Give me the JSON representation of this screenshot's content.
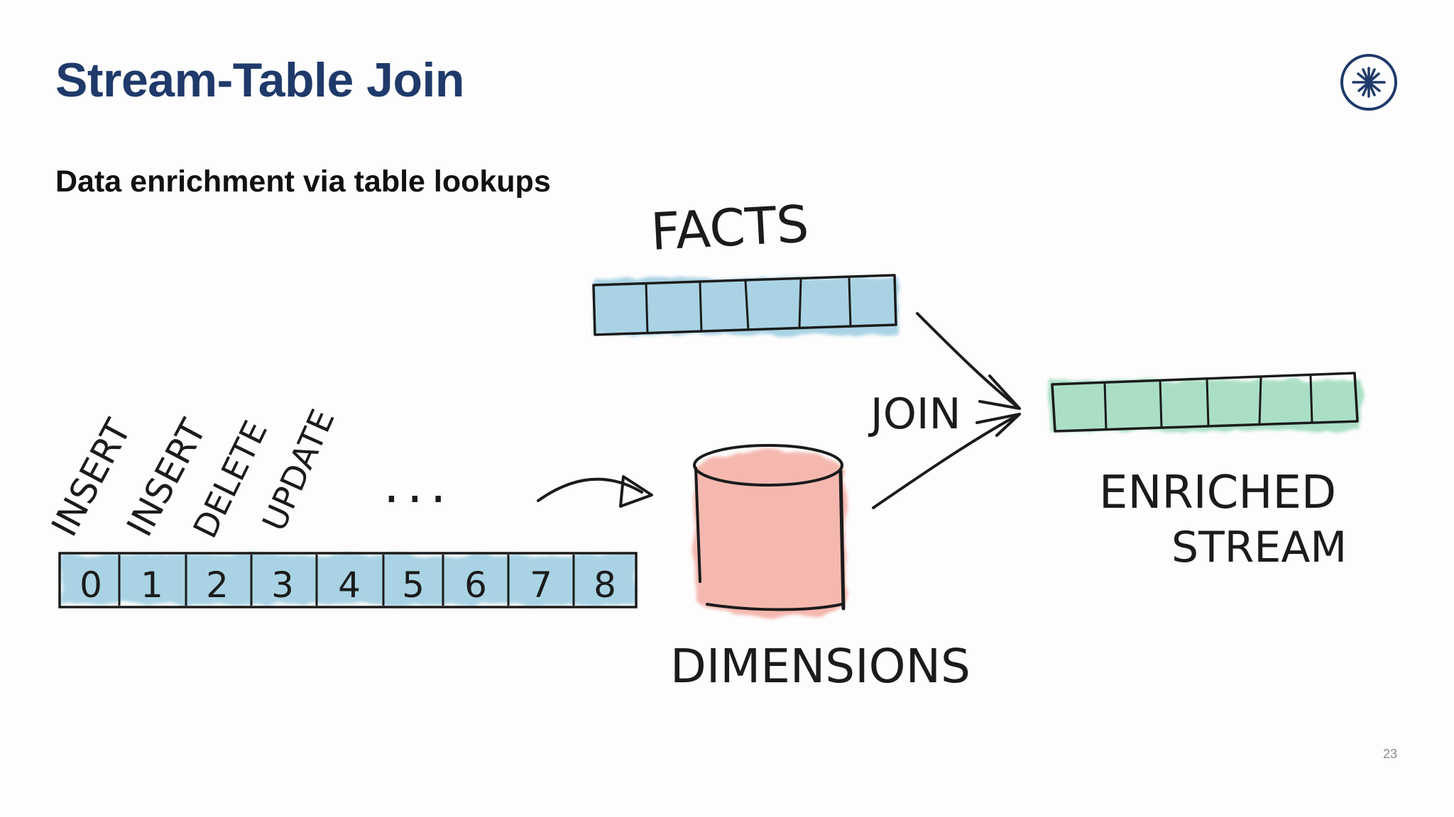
{
  "slide": {
    "title": "Stream-Table Join",
    "subtitle": "Data enrichment via table lookups",
    "page_number": "23",
    "logo_icon": "confluent-logo-icon"
  },
  "diagram": {
    "facts_label": "FACTS",
    "join_label": "JOIN",
    "enriched_label_line1": "ENRICHED",
    "enriched_label_line2": "STREAM",
    "dimensions_label": "DIMENSIONS",
    "ellipsis": "...",
    "operations": [
      "INSERT",
      "INSERT",
      "DELETE",
      "UPDATE"
    ],
    "log_cells": [
      "0",
      "1",
      "2",
      "3",
      "4",
      "5",
      "6",
      "7",
      "8"
    ],
    "colors": {
      "title": "#1f3a6a",
      "stream_blue": "#8ec5dc",
      "table_red": "#f3a79c",
      "enriched_green": "#8fd6b4",
      "ink": "#1b1b1b"
    }
  }
}
